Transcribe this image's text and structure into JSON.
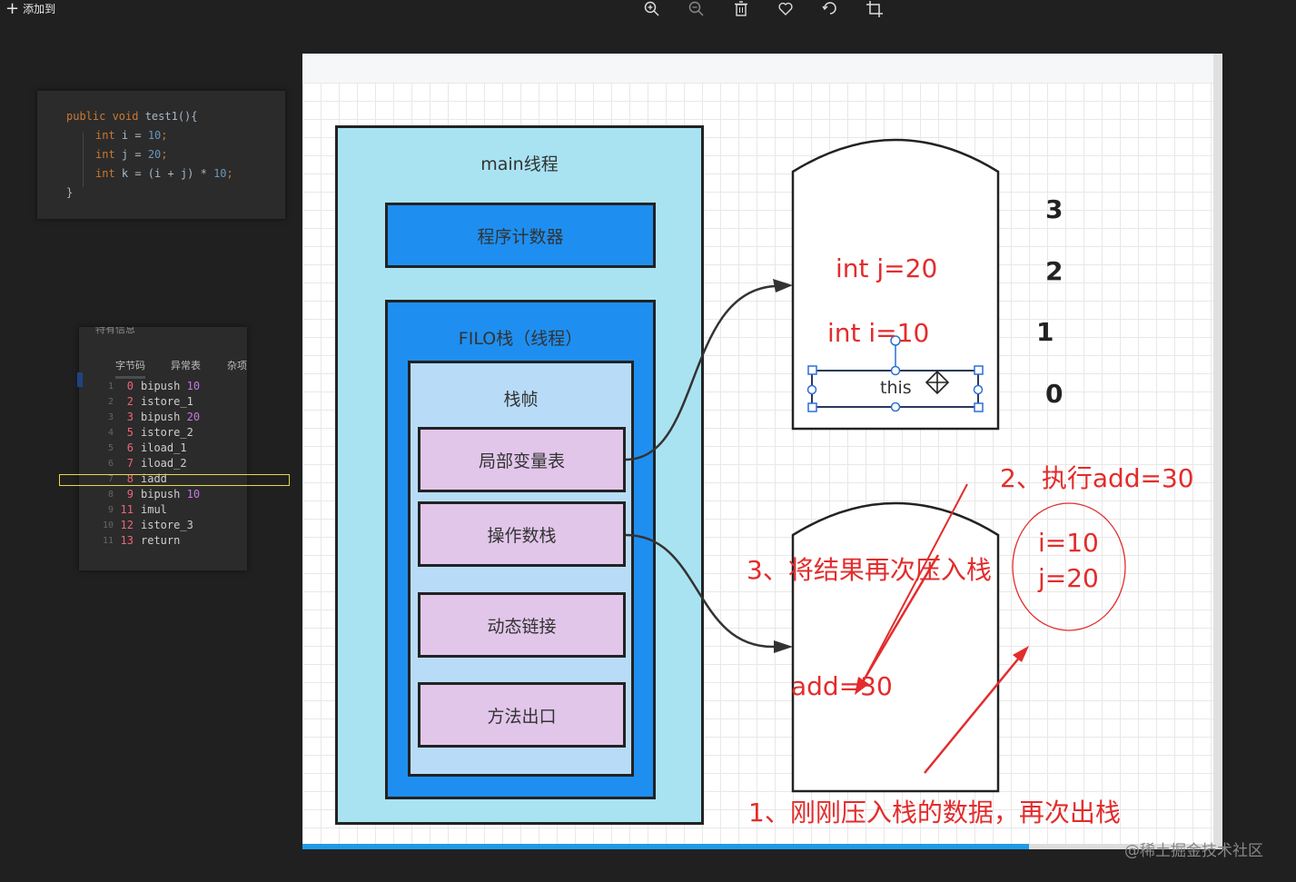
{
  "toolbar": {
    "add_label": "添加到",
    "tools": [
      "zoom-in-icon",
      "zoom-out-icon",
      "trash-icon",
      "heart-icon",
      "rotate-icon",
      "crop-icon"
    ]
  },
  "code": {
    "lines": [
      {
        "segs": [
          [
            "kw",
            "public void "
          ],
          [
            "txt",
            "test1(){"
          ]
        ]
      },
      {
        "segs": [
          [
            "kw",
            "int "
          ],
          [
            "txt",
            "i = "
          ],
          [
            "num",
            "10"
          ],
          [
            "kw",
            ";"
          ]
        ]
      },
      {
        "segs": [
          [
            "kw",
            "int "
          ],
          [
            "txt",
            "j = "
          ],
          [
            "num",
            "20"
          ],
          [
            "kw",
            ";"
          ]
        ]
      },
      {
        "segs": [
          [
            "kw",
            "int "
          ],
          [
            "txt",
            "k = (i + j) * "
          ],
          [
            "num",
            "10"
          ],
          [
            "kw",
            ";"
          ]
        ]
      },
      {
        "segs": [
          [
            "txt",
            "}"
          ]
        ]
      }
    ]
  },
  "bytecode": {
    "title": "特有信息",
    "tabs": [
      "字节码",
      "异常表",
      "杂项"
    ],
    "rows": [
      {
        "ln": "1",
        "off": "0",
        "op": "bipush",
        "arg": "10"
      },
      {
        "ln": "2",
        "off": "2",
        "op": "istore_1",
        "arg": ""
      },
      {
        "ln": "3",
        "off": "3",
        "op": "bipush",
        "arg": "20"
      },
      {
        "ln": "4",
        "off": "5",
        "op": "istore_2",
        "arg": ""
      },
      {
        "ln": "5",
        "off": "6",
        "op": "iload_1",
        "arg": ""
      },
      {
        "ln": "6",
        "off": "7",
        "op": "iload_2",
        "arg": ""
      },
      {
        "ln": "7",
        "off": "8",
        "op": "iadd",
        "arg": ""
      },
      {
        "ln": "8",
        "off": "9",
        "op": "bipush",
        "arg": "10"
      },
      {
        "ln": "9",
        "off": "11",
        "op": "imul",
        "arg": ""
      },
      {
        "ln": "10",
        "off": "12",
        "op": "istore_3",
        "arg": ""
      },
      {
        "ln": "11",
        "off": "13",
        "op": "return",
        "arg": ""
      }
    ]
  },
  "diagram": {
    "main_thread": "main线程",
    "pc": "程序计数器",
    "filo": "FILO栈（线程）",
    "frame": "栈帧",
    "local_vars": "局部变量表",
    "operand_stack": "操作数栈",
    "dynamic_link": "动态链接",
    "method_exit": "方法出口",
    "slot_this": "this",
    "slot_i": "int i=10",
    "slot_j": "int j=20",
    "idx0": "0",
    "idx1": "1",
    "idx2": "2",
    "idx3": "3",
    "add_result": "add=30",
    "step1": "1、刚刚压入栈的数据，再次出栈",
    "step2": "2、执行add=30",
    "step3": "3、将结果再次压入栈",
    "circle_i": "i=10",
    "circle_j": "j=20"
  },
  "colors": {
    "outer": "#a9e3f2",
    "blue": "#1e8ff0",
    "frame": "#b8dcf7",
    "pink": "#e2c6ea",
    "red": "#e32c2c"
  },
  "watermark": "@稀土掘金技术社区"
}
